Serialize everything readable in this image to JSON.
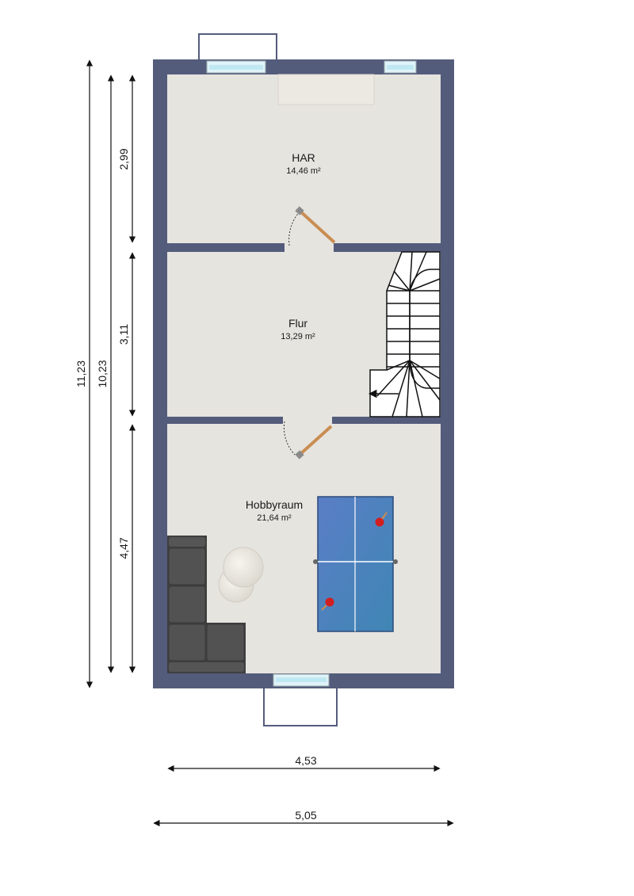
{
  "rooms": {
    "har": {
      "name": "HAR",
      "area": "14,46 m²"
    },
    "flur": {
      "name": "Flur",
      "area": "13,29 m²"
    },
    "hobbyraum": {
      "name": "Hobbyraum",
      "area": "21,64 m²"
    }
  },
  "dimensions": {
    "total_outer_height": "11,23",
    "total_inner_height": "10,23",
    "har_height": "2,99",
    "flur_height": "3,11",
    "hobbyraum_height": "4,47",
    "inner_width": "4,53",
    "outer_width": "5,05"
  },
  "colors": {
    "wall": "#545c7c",
    "floor": "#e6e4df",
    "window_glass": "#bfe8f3",
    "door_wood": "#c98d52",
    "table_blue": "#4f7fbf",
    "sofa": "#4a4a4a",
    "paddle_red": "#d21e1e"
  }
}
